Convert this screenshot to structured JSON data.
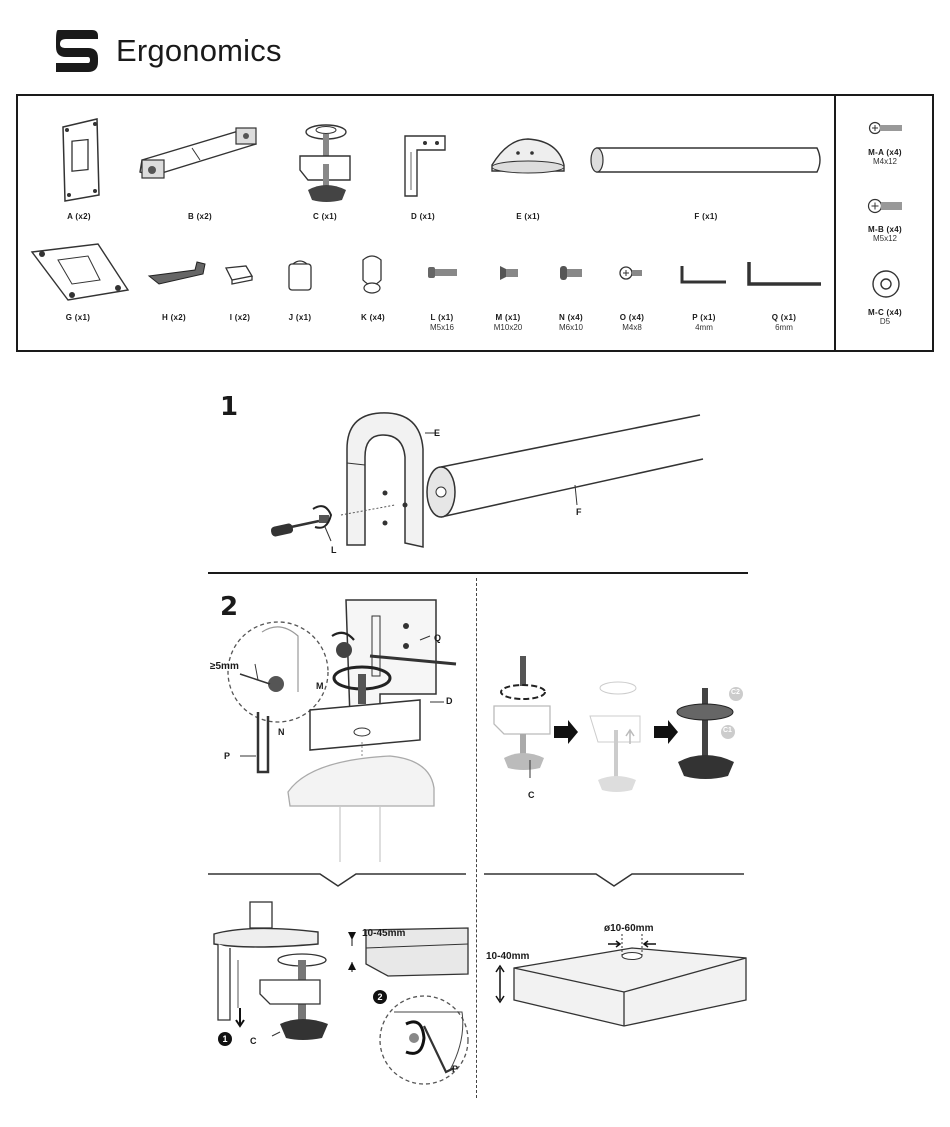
{
  "brand": {
    "name": "Ergonomics",
    "logo_icon": "brand-logo-icon"
  },
  "parts": {
    "A": {
      "label": "A (x2)",
      "spec": ""
    },
    "B": {
      "label": "B (x2)",
      "spec": ""
    },
    "C": {
      "label": "C (x1)",
      "spec": ""
    },
    "D": {
      "label": "D (x1)",
      "spec": ""
    },
    "E": {
      "label": "E (x1)",
      "spec": ""
    },
    "F": {
      "label": "F (x1)",
      "spec": ""
    },
    "G": {
      "label": "G (x1)",
      "spec": ""
    },
    "H": {
      "label": "H (x2)",
      "spec": ""
    },
    "I": {
      "label": "I (x2)",
      "spec": ""
    },
    "J": {
      "label": "J (x1)",
      "spec": ""
    },
    "K": {
      "label": "K (x4)",
      "spec": ""
    },
    "L": {
      "label": "L (x1)",
      "spec": "M5x16"
    },
    "M": {
      "label": "M (x1)",
      "spec": "M10x20"
    },
    "N": {
      "label": "N (x4)",
      "spec": "M6x10"
    },
    "O": {
      "label": "O (x4)",
      "spec": "M4x8"
    },
    "P": {
      "label": "P (x1)",
      "spec": "4mm"
    },
    "Q": {
      "label": "Q (x1)",
      "spec": "6mm"
    },
    "MA": {
      "label": "M-A (x4)",
      "spec": "M4x12"
    },
    "MB": {
      "label": "M-B (x4)",
      "spec": "M5x12"
    },
    "MC": {
      "label": "M-C (x4)",
      "spec": "D5"
    }
  },
  "step1": {
    "number": "1",
    "callouts": {
      "E": "E",
      "F": "F",
      "L": "L"
    }
  },
  "step2": {
    "number": "2",
    "callouts": {
      "Q": "Q",
      "M": "M",
      "D": "D",
      "N": "N",
      "P": "P",
      "C": "C",
      "C1": "C1",
      "C2": "C2"
    },
    "min_depth": "≥5mm"
  },
  "step3": {
    "callouts": {
      "C": "C",
      "P": "P",
      "one": "1",
      "two": "2"
    },
    "desk_thickness_clamp": "10-45mm",
    "desk_thickness_grommet": "10-40mm",
    "hole_diameter": "ø10-60mm"
  }
}
